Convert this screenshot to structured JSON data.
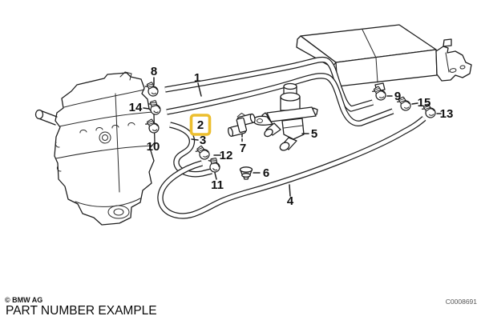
{
  "footer": {
    "copyright": "© BMW AG",
    "caption": "PART NUMBER EXAMPLE"
  },
  "drawing_number": "C0008691",
  "highlight": {
    "selected_callout": "2",
    "color": "#ECBE2E"
  },
  "callouts": [
    {
      "label": "1"
    },
    {
      "label": "2"
    },
    {
      "label": "3"
    },
    {
      "label": "4"
    },
    {
      "label": "5"
    },
    {
      "label": "6"
    },
    {
      "label": "7"
    },
    {
      "label": "8"
    },
    {
      "label": "9"
    },
    {
      "label": "10"
    },
    {
      "label": "11"
    },
    {
      "label": "12"
    },
    {
      "label": "13"
    },
    {
      "label": "14"
    },
    {
      "label": "15"
    }
  ]
}
